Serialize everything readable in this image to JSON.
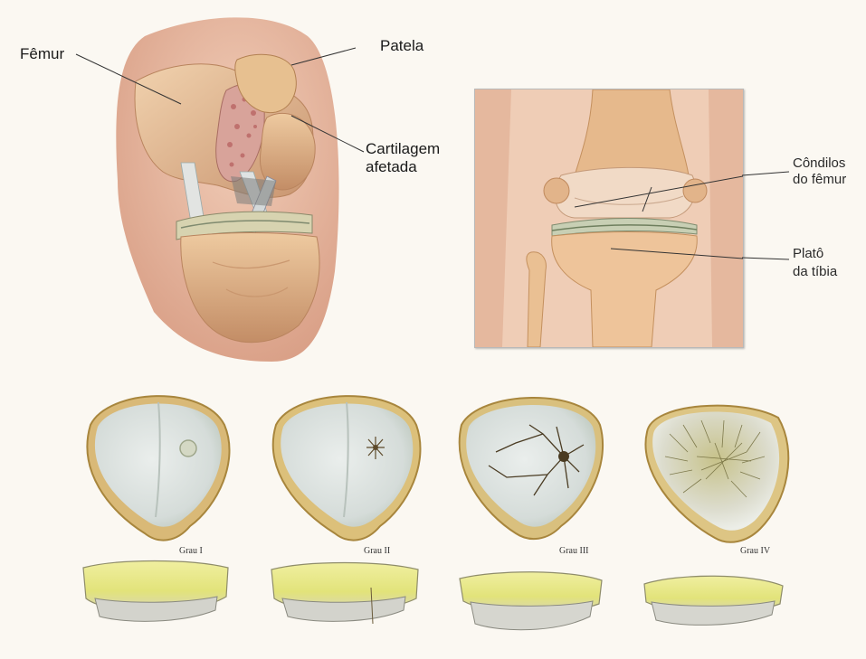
{
  "labels": {
    "femur": "Fêmur",
    "patela": "Patela",
    "cartilagem_line1": "Cartilagem",
    "cartilagem_line2": "afetada",
    "condilos_line1": "Côndilos",
    "condilos_line2": "do fêmur",
    "plato_line1": "Platô",
    "plato_line2": "da tíbia"
  },
  "grades": [
    "Grau I",
    "Grau II",
    "Grau III",
    "Grau IV"
  ],
  "colors": {
    "background": "#fbf8f2",
    "skin": "#e9b9a2",
    "bone": "#e8c19a",
    "cartilage": "#dfe4e3",
    "cartilage_yellow": "#e8e78a",
    "lesion": "#5d4a2a"
  }
}
